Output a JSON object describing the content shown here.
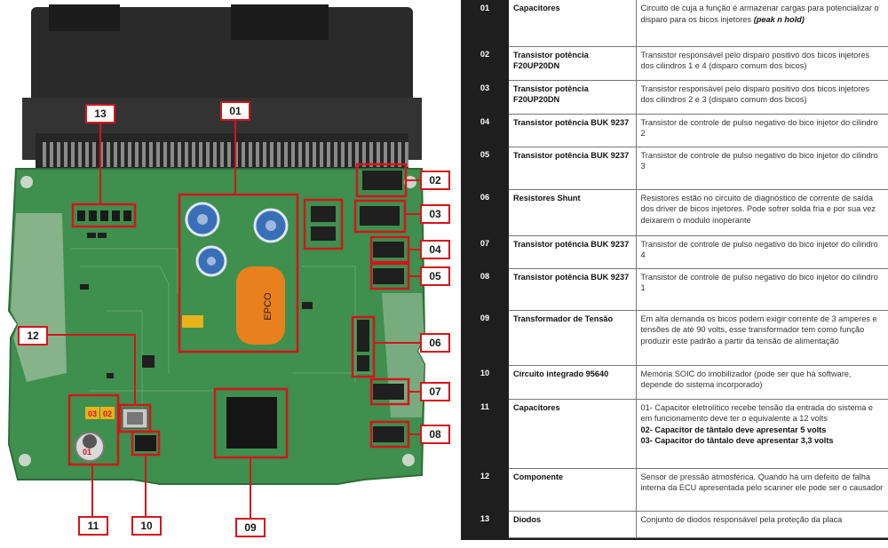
{
  "legend": {
    "rows": [
      {
        "num": "01",
        "component": "Capacitores",
        "description": "Circuito de cuja a função é armazenar cargas para potencializar o disparo para os bicos injetores",
        "description_bold": "(peak n hold)"
      },
      {
        "num": "02",
        "component": "Transistor potência F20UP20DN",
        "description": "Transistor responsável pelo disparo positivo dos bicos injetores dos cilindros 1 e 4 (disparo comum dos bicos)"
      },
      {
        "num": "03",
        "component": "Transistor potência F20UP20DN",
        "description": "Transistor responsável pelo disparo positivo dos bicos injetores dos cilindros 2 e 3 (disparo comum dos bicos)"
      },
      {
        "num": "04",
        "component": "Transistor potência BUK 9237",
        "description": "Transistor de controle de pulso negativo do bico injetor do cilindro 2"
      },
      {
        "num": "05",
        "component": "Transistor potência BUK 9237",
        "description": "Transistor de controle de pulso negativo do bico injetor do cilindro 3"
      },
      {
        "num": "06",
        "component": "Resistores Shunt",
        "description": "Resistores estão no circuito de diagnóstico de corrente de saída dos driver de bicos injetores. Pode sofrer solda fria e por sua vez deixarem o modulo inoperante"
      },
      {
        "num": "07",
        "component": "Transistor potência BUK 9237",
        "description": "Transistor de controle de pulso negativo do bico injetor do cilindro 4"
      },
      {
        "num": "08",
        "component": "Transistor potência BUK 9237",
        "description": "Transistor de controle de pulso negativo do bico injetor do cilindro 1"
      },
      {
        "num": "09",
        "component": "Transformador de Tensão",
        "description": "Em alta demanda os bicos podem exigir corrente de 3 amperes e tensões de até 90 volts, esse transformador tem como função produzir este padrão a partir da tensão de alimentação"
      },
      {
        "num": "10",
        "component": "Circuito integrado 95640",
        "description": "Memória SOIC do imobilizador (pode ser que há software, depende do sistema incorporado)"
      },
      {
        "num": "11",
        "component": "Capacitores",
        "description": "01- Capacitor eletrolítico recebe tensão da entrada do sistema e em funcionamento deve ter o equivalente a 12 volts",
        "description_2": "02- Capacitor de tântalo deve apresentar 5 volts",
        "description_3": "03- Capacitor do tântalo deve apresentar 3,3 volts"
      },
      {
        "num": "12",
        "component": "Componente",
        "description": "Sensor de pressão atmosférica. Quando há um defeito de falha interna da ECU apresentada pelo scanner ele pode ser o causador"
      },
      {
        "num": "13",
        "component": "Diodos",
        "description": "Conjunto de diodos responsável pela proteção da placa"
      }
    ]
  },
  "callouts": {
    "c01": "01",
    "c02": "02",
    "c03": "03",
    "c04": "04",
    "c05": "05",
    "c06": "06",
    "c07": "07",
    "c08": "08",
    "c09": "09",
    "c10": "10",
    "c11": "11",
    "c12": "12",
    "c13": "13"
  },
  "board_marks": {
    "cap_label": "01",
    "tant_3": "03",
    "tant_2": "02",
    "epco_text": "EPCO"
  },
  "colors": {
    "highlight": "#d4141c",
    "pcb": "#3f8f4e",
    "connector": "#2b2b2b",
    "table_bg": "#1e1e1e"
  }
}
